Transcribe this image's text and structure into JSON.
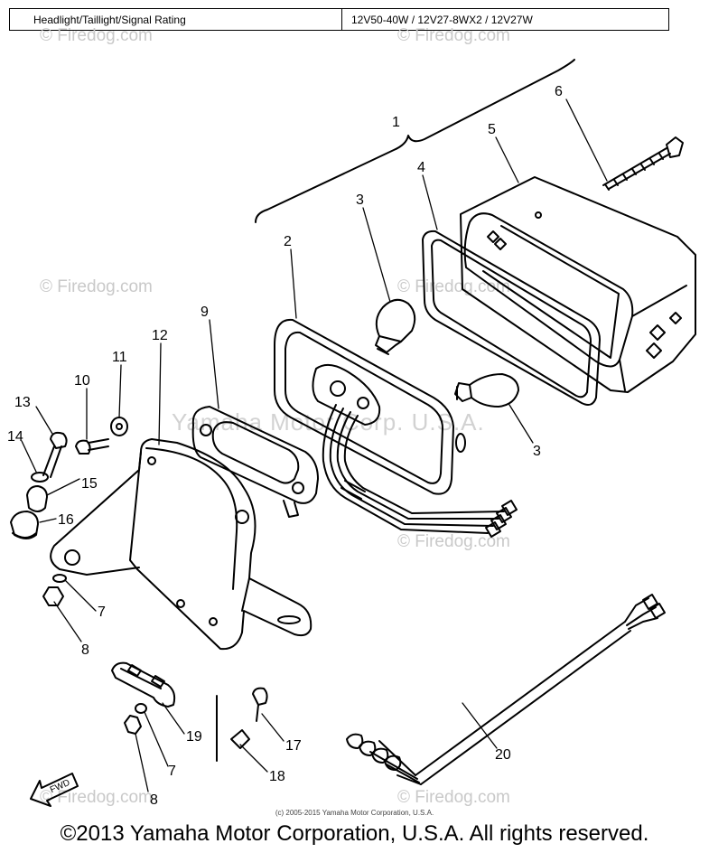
{
  "header": {
    "rating_label": "Headlight/Taillight/Signal Rating",
    "rating_value": "12V50-40W / 12V27-8WX2 / 12V27W"
  },
  "watermarks": {
    "site": "© Firedog.com",
    "center": "Yamaha Motor Corp. U.S.A."
  },
  "fwd_label": "FWD",
  "callouts": [
    "1",
    "2",
    "3",
    "3",
    "4",
    "5",
    "6",
    "7",
    "7",
    "8",
    "8",
    "9",
    "10",
    "11",
    "12",
    "13",
    "14",
    "15",
    "16",
    "17",
    "18",
    "19",
    "20"
  ],
  "footer": {
    "small": "(c) 2005-2015 Yamaha Motor Corporation, U.S.A.",
    "copyright": "©2013 Yamaha Motor Corporation, U.S.A. All rights reserved."
  }
}
